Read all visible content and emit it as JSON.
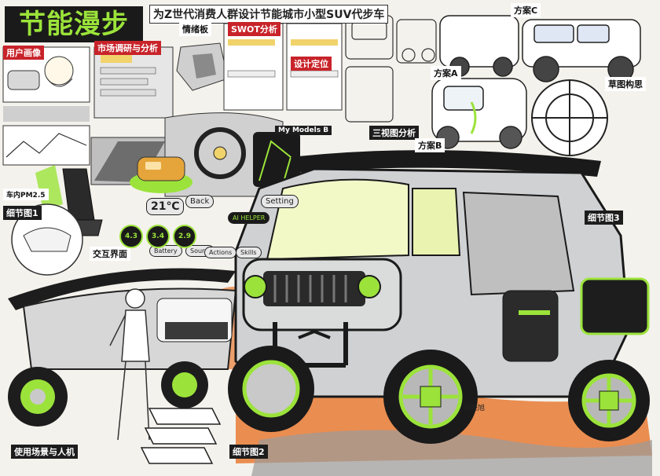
{
  "sheet": {
    "title": "节能漫步",
    "subtitle": "为Z世代消费人群设计节能城市小型SUV代步车",
    "sections": {
      "user_portrait": "用户画像",
      "market": "市场调研与分析",
      "emotion": "情绪板",
      "swot": "SWOT分析",
      "design_brief": "设计定位",
      "detail_1": "细节图1",
      "detail_2": "细节图2",
      "detail_3": "细节图3",
      "three_view": "三视图分析",
      "plan_a": "方案A",
      "plan_b": "方案B",
      "plan_c": "方案C",
      "ideation": "草图构思",
      "interaction": "交互界面",
      "scene": "使用场景与人机",
      "pm25": "车内PM2.5",
      "model_label": "My Models B"
    },
    "ui": {
      "back": "Back",
      "setting": "Setting",
      "temp": "21℃",
      "helper": "AI HELPER",
      "battery": "Battery",
      "sound": "Sound",
      "actions": "Actions",
      "skills": "Skills",
      "gauges": [
        "4.3",
        "3.4",
        "2.9"
      ]
    },
    "signature": "陈晓旭"
  },
  "colors": {
    "accent": "#9be33a",
    "ink": "#1a1a1a",
    "alert": "#c8232a",
    "ground": "#e87b35"
  }
}
